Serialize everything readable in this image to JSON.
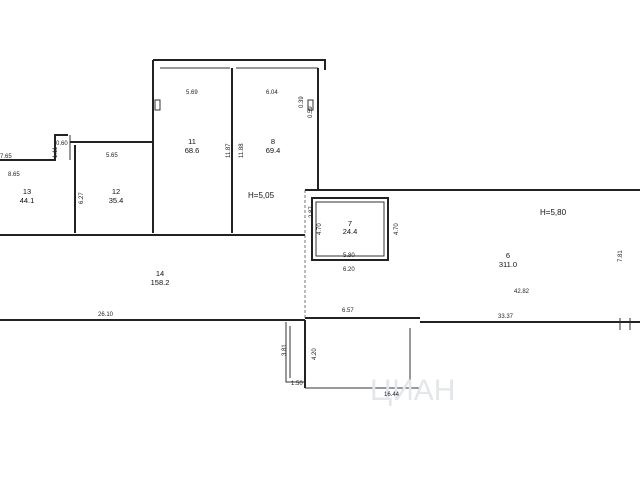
{
  "rooms": [
    {
      "id": "r13",
      "num": "13",
      "area": "44.1"
    },
    {
      "id": "r12",
      "num": "12",
      "area": "35.4"
    },
    {
      "id": "r11",
      "num": "11",
      "area": "68.6"
    },
    {
      "id": "r8",
      "num": "8",
      "area": "69.4"
    },
    {
      "id": "r7",
      "num": "7",
      "area": "24.4"
    },
    {
      "id": "r6",
      "num": "6",
      "area": "311.0"
    },
    {
      "id": "r14",
      "num": "14",
      "area": "158.2"
    }
  ],
  "heights": {
    "left": "H=5,05",
    "right": "H=5,80"
  },
  "dims": {
    "d765": "7.65",
    "d865": "8.65",
    "d111": "1.11",
    "d060": "0.60",
    "d565": "5.65",
    "d627": "6.27",
    "d569": "5.69",
    "d604": "6.04",
    "d039": "0.39",
    "d059": "0.59",
    "d1187a": "11.87",
    "d1188": "11.88",
    "d287": "2.87",
    "d470a": "4.70",
    "d470b": "4.70",
    "d580": "5.80",
    "d620": "6.20",
    "d781": "7.81",
    "d4282": "42.82",
    "d2610": "26.10",
    "d657": "6.57",
    "d3337": "33.37",
    "d381": "3.81",
    "d420": "4.20",
    "d150": "1.50",
    "d1644": "16.44"
  },
  "watermark": "ЦИАН"
}
